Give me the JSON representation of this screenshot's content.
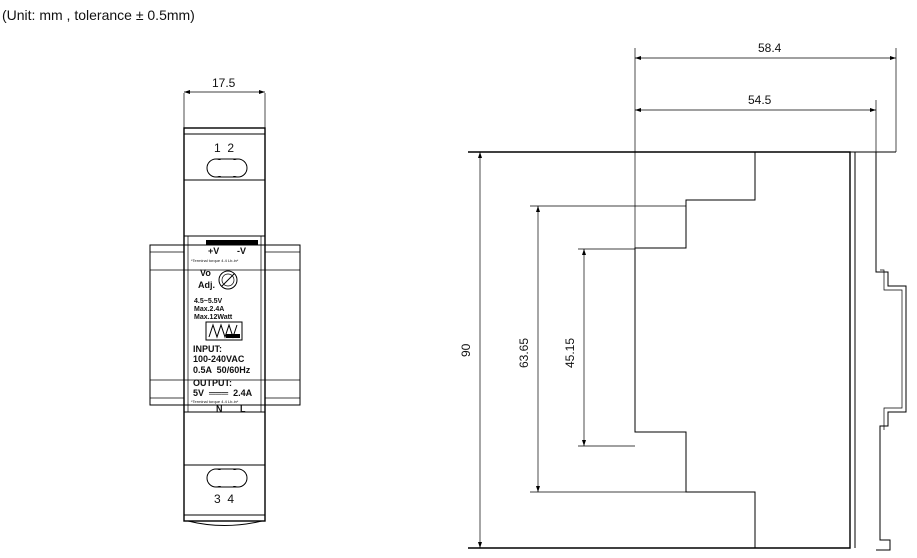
{
  "unit_note": "(Unit: mm , tolerance ± 0.5mm)",
  "front_view": {
    "width_dim": "17.5",
    "top_terminals": "1  2",
    "bottom_terminals": "3  4",
    "pin_plus": "+V",
    "pin_minus": "-V",
    "torque_top": "*Terminal torque 4.4 Lb-in*",
    "vo_label": "Vo",
    "adj_label": "Adj.",
    "spec_line1": "4.5~5.5V",
    "spec_line2": "Max.2.4A",
    "spec_line3": "Max.12Watt",
    "input_label": "INPUT:",
    "input_line1": "100-240VAC",
    "input_line2": "0.5A  50/60Hz",
    "output_label": "OUTPUT:",
    "output_line1": "5V  ═══  2.4A",
    "torque_bottom": "*Terminal torque 4.4 Lb-in*",
    "pin_n": "N",
    "pin_l": "L"
  },
  "side_view": {
    "depth_total": "58.4",
    "depth_body": "54.5",
    "height_total": "90",
    "height_mid": "63.65",
    "height_inner": "45.15"
  }
}
